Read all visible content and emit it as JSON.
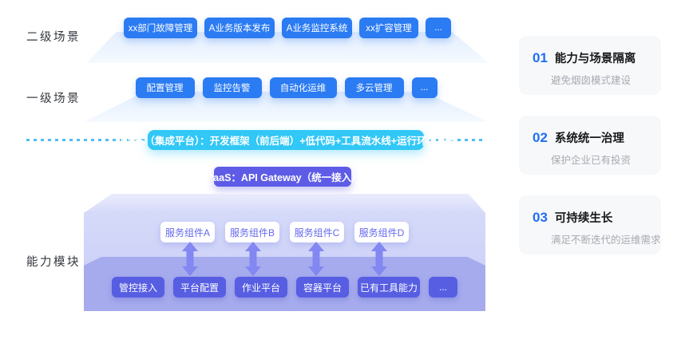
{
  "labels": {
    "secondary": "二级场景",
    "primary": "一级场景",
    "capability": "能力模块"
  },
  "scenarios": {
    "secondary": {
      "items": [
        "xx部门故障管理",
        "A业务版本发布",
        "A业务监控系统",
        "xx扩容管理",
        "..."
      ]
    },
    "primary": {
      "items": [
        "配置管理",
        "监控告警",
        "自动化运维",
        "多云管理",
        "..."
      ]
    }
  },
  "apaas": {
    "label": "aPaaS（集成平台）：开发框架（前后端）+低代码+工具流水线+运行环境托管"
  },
  "ipaas": {
    "label": "iPaaS：API Gateway（统一接入）"
  },
  "platform": {
    "services": [
      "服务组件A",
      "服务组件B",
      "服务组件C",
      "服务组件D"
    ],
    "tools": [
      "管控接入",
      "平台配置",
      "作业平台",
      "容器平台",
      "已有工具能力",
      "..."
    ]
  },
  "benefits": [
    {
      "number": "01",
      "title": "能力与场景隔离",
      "desc": "避免烟囱模式建设"
    },
    {
      "number": "02",
      "title": "系统统一治理",
      "desc": "保护企业已有投资"
    },
    {
      "number": "03",
      "title": "可持续生长",
      "desc": "满足不断迭代的运维需求"
    }
  ],
  "icons": {
    "flow_arrow": "double-arrow"
  },
  "colors": {
    "scenario_blue": "#2b7bf3",
    "apaas_cyan": "#31c7f6",
    "ipaas_indigo": "#5e5ce6",
    "tool_purple": "#575ee2",
    "platform_band": "#a6abee",
    "benefit_number_blue": "#1f6ef5",
    "dash_line": "#50bdf3"
  }
}
